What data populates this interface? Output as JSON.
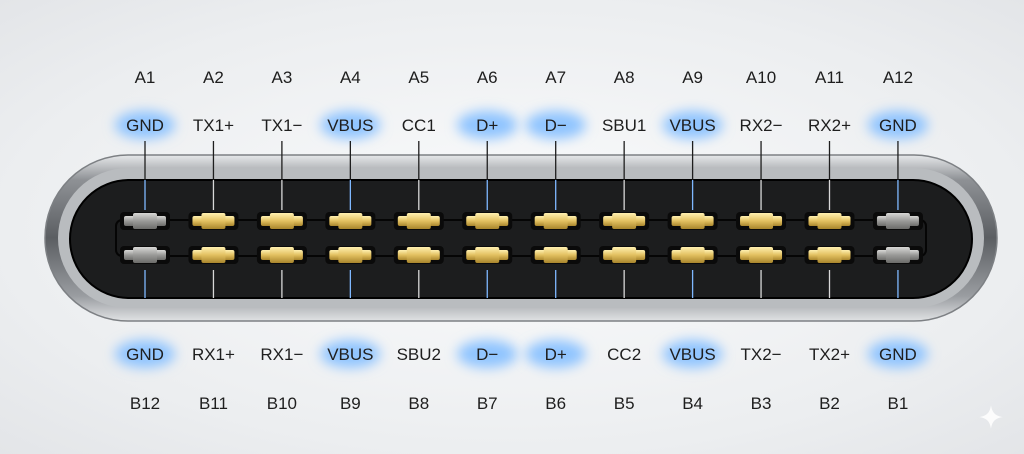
{
  "top_row": [
    {
      "pin": "A1",
      "signal": "GND",
      "highlight": true,
      "contact": "gray"
    },
    {
      "pin": "A2",
      "signal": "TX1+",
      "highlight": false,
      "contact": "gold"
    },
    {
      "pin": "A3",
      "signal": "TX1−",
      "highlight": false,
      "contact": "gold"
    },
    {
      "pin": "A4",
      "signal": "VBUS",
      "highlight": true,
      "contact": "gold"
    },
    {
      "pin": "A5",
      "signal": "CC1",
      "highlight": false,
      "contact": "gold"
    },
    {
      "pin": "A6",
      "signal": "D+",
      "highlight": true,
      "contact": "gold"
    },
    {
      "pin": "A7",
      "signal": "D−",
      "highlight": true,
      "contact": "gold"
    },
    {
      "pin": "A8",
      "signal": "SBU1",
      "highlight": false,
      "contact": "gold"
    },
    {
      "pin": "A9",
      "signal": "VBUS",
      "highlight": true,
      "contact": "gold"
    },
    {
      "pin": "A10",
      "signal": "RX2−",
      "highlight": false,
      "contact": "gold"
    },
    {
      "pin": "A11",
      "signal": "RX2+",
      "highlight": false,
      "contact": "gold"
    },
    {
      "pin": "A12",
      "signal": "GND",
      "highlight": true,
      "contact": "gray"
    }
  ],
  "bottom_row": [
    {
      "pin": "B12",
      "signal": "GND",
      "highlight": true,
      "contact": "gray"
    },
    {
      "pin": "B11",
      "signal": "RX1+",
      "highlight": false,
      "contact": "gold"
    },
    {
      "pin": "B10",
      "signal": "RX1−",
      "highlight": false,
      "contact": "gold"
    },
    {
      "pin": "B9",
      "signal": "VBUS",
      "highlight": true,
      "contact": "gold"
    },
    {
      "pin": "B8",
      "signal": "SBU2",
      "highlight": false,
      "contact": "gold"
    },
    {
      "pin": "B7",
      "signal": "D−",
      "highlight": true,
      "contact": "gold"
    },
    {
      "pin": "B6",
      "signal": "D+",
      "highlight": true,
      "contact": "gold"
    },
    {
      "pin": "B5",
      "signal": "CC2",
      "highlight": false,
      "contact": "gold"
    },
    {
      "pin": "B4",
      "signal": "VBUS",
      "highlight": true,
      "contact": "gold"
    },
    {
      "pin": "B3",
      "signal": "TX2−",
      "highlight": false,
      "contact": "gold"
    },
    {
      "pin": "B2",
      "signal": "TX2+",
      "highlight": false,
      "contact": "gold"
    },
    {
      "pin": "B1",
      "signal": "GND",
      "highlight": true,
      "contact": "gray"
    }
  ],
  "colors": {
    "highlight_glow": "#8fc4ff",
    "gold": "#e8c768",
    "gray": "#9a9a98",
    "receptacle": "#1c1d1e",
    "shell": "#b9bcbf",
    "label": "#1e1e1e"
  },
  "icons": {
    "watermark": "sparkle-icon"
  }
}
